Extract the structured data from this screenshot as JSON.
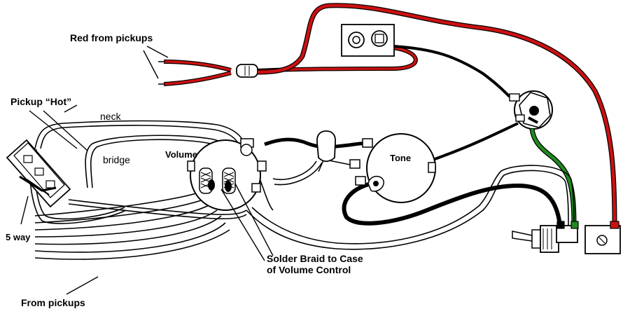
{
  "labels": {
    "red_from_pickups": "Red from pickups",
    "pickup_hot": "Pickup “Hot”",
    "neck": "neck",
    "bridge": "bridge",
    "volume": "Volume",
    "tone": "Tone",
    "five_way": "5 way",
    "solder_line1": "Solder Braid to Case",
    "solder_line2": "of Volume Control",
    "from_pickups": "From pickups"
  },
  "colors": {
    "red_wire": "#cc1111",
    "green_wire": "#1f8a1f",
    "black_wire": "#000000",
    "outline": "#000000",
    "background": "#ffffff"
  },
  "components": {
    "five_way_switch": "5-way-switch",
    "volume_pot": "volume-potentiometer",
    "tone_pot": "tone-potentiometer",
    "tone_capacitor": "capacitor",
    "output_jack": "output-jack",
    "jack_plate": "jack-plate",
    "toggle_switch": "toggle-switch",
    "battery_clip": "circuit-board"
  }
}
